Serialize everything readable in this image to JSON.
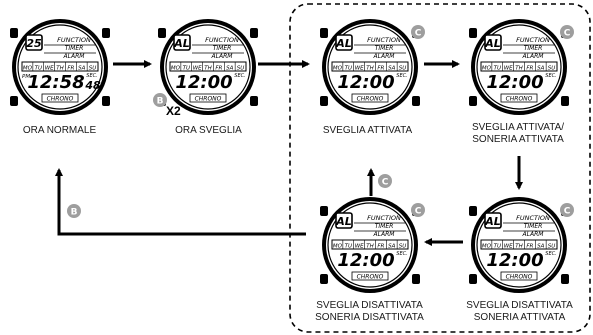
{
  "watches": [
    {
      "id": "w1",
      "top": "25",
      "time": "12:58",
      "sec": "48",
      "ampm": "PM"
    },
    {
      "id": "w2",
      "top": "AL",
      "time": "12:00",
      "sec": "",
      "ampm": ""
    },
    {
      "id": "w3",
      "top": "AL",
      "time": "12:00",
      "sec": "",
      "ampm": ""
    },
    {
      "id": "w4",
      "top": "AL",
      "time": "12:00",
      "sec": "",
      "ampm": ""
    },
    {
      "id": "w5",
      "top": "AL",
      "time": "12:00",
      "sec": "",
      "ampm": ""
    },
    {
      "id": "w6",
      "top": "AL",
      "time": "12:00",
      "sec": "",
      "ampm": ""
    }
  ],
  "watch_face": {
    "function": "FUNCTION",
    "timer": "TIMER",
    "alarm": "ALARM",
    "days": [
      "MO",
      "TU",
      "WE",
      "TH",
      "FR",
      "SA",
      "SU"
    ],
    "sec": "SEC.",
    "chrono": "CHRONO"
  },
  "captions": {
    "w1": [
      "ORA NORMALE"
    ],
    "w2": [
      "ORA SVEGLIA"
    ],
    "w3": [
      "SVEGLIA ATTIVATA"
    ],
    "w4": [
      "SVEGLIA ATTIVATA/",
      "SONERIA ATTIVATA"
    ],
    "w5": [
      "SVEGLIA DISATTIVATA",
      "SONERIA ATTIVATA"
    ],
    "w6": [
      "SVEGLIA DISATTIVATA",
      "SONERIA DISATTIVATA"
    ]
  },
  "buttons": {
    "w2_b": "B",
    "w3_c": "C",
    "w4_c": "C",
    "w5_c": "C",
    "w6_c": "C",
    "arrow_up_c": "C",
    "return_b": "B"
  },
  "multiplier": "X2",
  "colors": {
    "button_fill": "#9e9e9e",
    "ink": "#000000"
  }
}
